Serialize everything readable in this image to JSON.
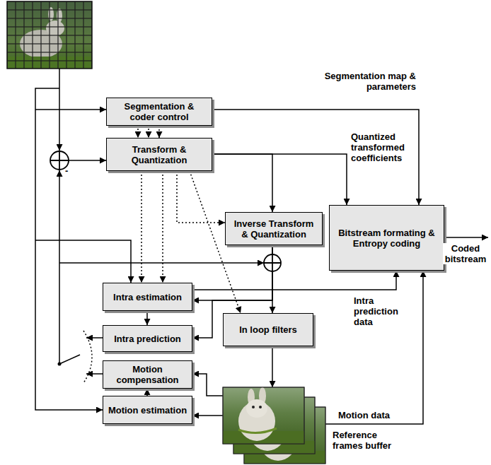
{
  "diagram": {
    "nodes": [
      {
        "text": [
          "Segmentation & coder control"
        ]
      },
      {
        "text": [
          "Transform & Quantization"
        ]
      },
      {
        "text": [
          "Inverse Transform & Quantization"
        ]
      },
      {
        "text": [
          "Bitstream formating & Entropy coding"
        ]
      },
      {
        "text": [
          "Intra estimation"
        ]
      },
      {
        "text": [
          "Intra prediction"
        ]
      },
      {
        "text": [
          "In loop filters"
        ]
      },
      {
        "text": [
          "Motion compensation"
        ]
      },
      {
        "text": [
          "Motion estimation"
        ]
      },
      {
        "text": [
          "Reference frames buffer"
        ]
      }
    ],
    "edges": [
      {
        "from": 0,
        "to": 3,
        "label": "Segmentation map & parameters",
        "arrow": "to"
      },
      {
        "from": 1,
        "to": 3,
        "label": "Quantized transformed coefficients",
        "arrow": "to"
      },
      {
        "from": 1,
        "to": 2,
        "arrow": "to"
      },
      {
        "from": 0,
        "to": 1,
        "arrow": "to"
      },
      {
        "from": 1,
        "to": 4,
        "arrow": "to"
      },
      {
        "from": 1,
        "to": 2,
        "arrow": "to"
      },
      {
        "from": 1,
        "to": 6,
        "arrow": "to"
      },
      {
        "from": 2,
        "to": 6,
        "arrow": "to"
      },
      {
        "from": 2,
        "to": 4,
        "arrow": "to"
      },
      {
        "from": 2,
        "to": 5,
        "arrow": "to"
      },
      {
        "from": 4,
        "to": 5,
        "arrow": "to"
      },
      {
        "from": 4,
        "to": 3,
        "label": "Intra prediction data",
        "arrow": "to"
      },
      {
        "from": 6,
        "to": 9,
        "arrow": "to"
      },
      {
        "from": 9,
        "to": 7,
        "arrow": "to"
      },
      {
        "from": 9,
        "to": 8,
        "arrow": "to"
      },
      {
        "from": 8,
        "to": 7,
        "arrow": "to"
      },
      {
        "from": 9,
        "to": 3,
        "label": "Motion data",
        "arrow": "to"
      }
    ],
    "labels": [
      "-",
      "Coded bitstream"
    ]
  }
}
